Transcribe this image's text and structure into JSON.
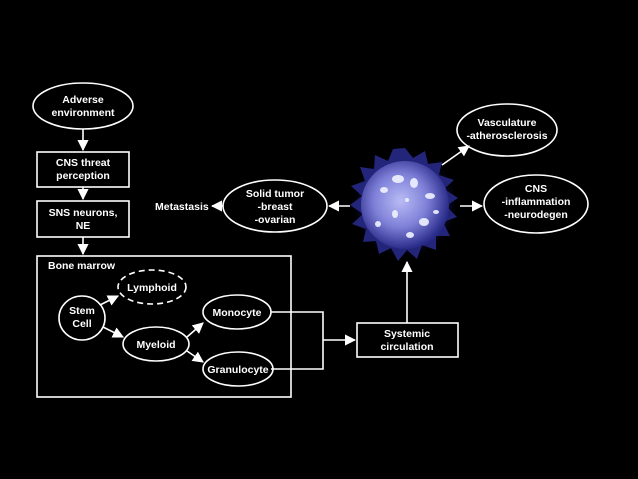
{
  "nodes": {
    "adverse_environment": [
      "Adverse",
      "environment"
    ],
    "cns_threat": [
      "CNS threat",
      "perception"
    ],
    "sns_neurons": [
      "SNS neurons,",
      "NE"
    ],
    "bone_marrow": "Bone marrow",
    "stem_cell": [
      "Stem",
      "Cell"
    ],
    "lymphoid": "Lymphoid",
    "myeloid": "Myeloid",
    "monocyte": "Monocyte",
    "granulocyte": "Granulocyte",
    "systemic_circulation": [
      "Systemic",
      "circulation"
    ],
    "solid_tumor": [
      "Solid tumor",
      "-breast",
      "-ovarian"
    ],
    "metastasis": "Metastasis",
    "vasculature": [
      "Vasculature",
      "-atherosclerosis"
    ],
    "cns_outcome": [
      "CNS",
      "-inflammation",
      "-neurodegen"
    ]
  },
  "colors": {
    "background": "#000000",
    "foreground": "#ffffff",
    "cell_core": "#8d8fe0",
    "cell_edge": "#2a2c8a"
  },
  "image": {
    "cell": "monocyte-illustration"
  }
}
